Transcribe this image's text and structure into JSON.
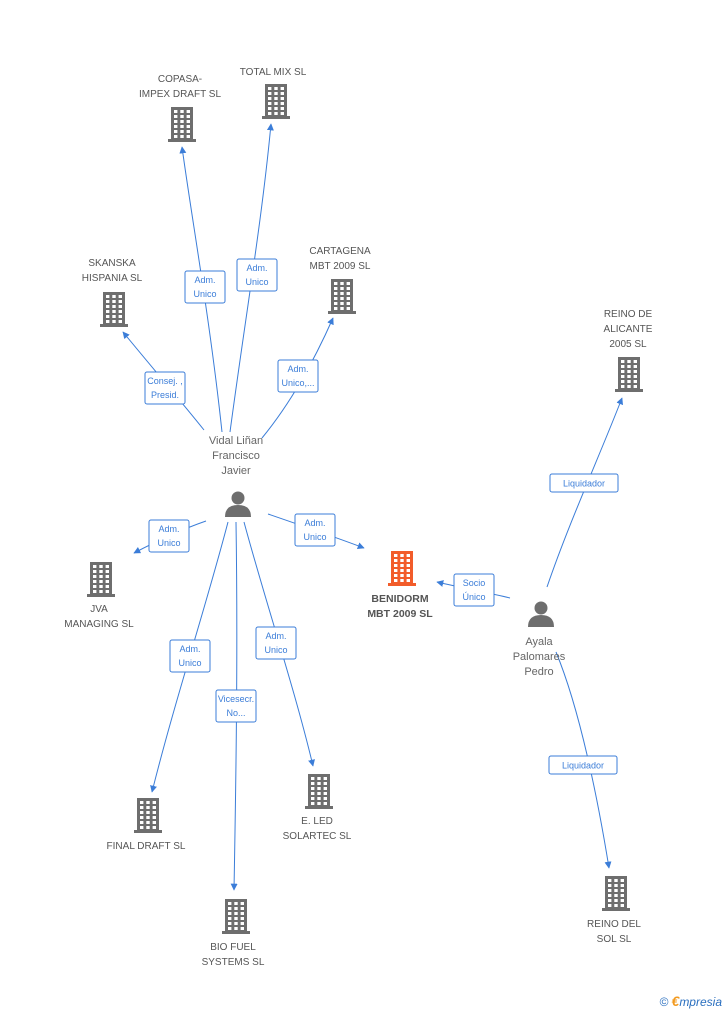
{
  "colors": {
    "edge": "#3b7dd8",
    "company": "#6e6e6e",
    "main_company": "#f25c2a",
    "person": "#6e6e6e"
  },
  "companies": [
    {
      "id": "benidorm",
      "lines": [
        "BENIDORM",
        "MBT 2009 SL"
      ],
      "main": true
    },
    {
      "id": "copasa",
      "lines": [
        "COPASA-",
        "IMPEX DRAFT SL"
      ]
    },
    {
      "id": "totalmix",
      "lines": [
        "TOTAL MIX SL"
      ]
    },
    {
      "id": "skanska",
      "lines": [
        "SKANSKA",
        "HISPANIA SL"
      ]
    },
    {
      "id": "cartagena",
      "lines": [
        "CARTAGENA",
        "MBT 2009 SL"
      ]
    },
    {
      "id": "reinoalicante",
      "lines": [
        "REINO DE",
        "ALICANTE",
        "2005 SL"
      ]
    },
    {
      "id": "jva",
      "lines": [
        "JVA",
        "MANAGING SL"
      ]
    },
    {
      "id": "finaldraft",
      "lines": [
        "FINAL DRAFT SL"
      ]
    },
    {
      "id": "eled",
      "lines": [
        "E.  LED",
        "SOLARTEC SL"
      ]
    },
    {
      "id": "biofuel",
      "lines": [
        "BIO FUEL",
        "SYSTEMS SL"
      ]
    },
    {
      "id": "reinosol",
      "lines": [
        "REINO DEL",
        "SOL SL"
      ]
    }
  ],
  "persons": [
    {
      "id": "vidal",
      "lines": [
        "Vidal Liñan",
        "Francisco",
        "Javier"
      ]
    },
    {
      "id": "ayala",
      "lines": [
        "Ayala",
        "Palomares",
        "Pedro"
      ]
    }
  ],
  "edges": [
    {
      "from": "vidal",
      "to": "copasa",
      "label": [
        "Adm.",
        "Unico"
      ]
    },
    {
      "from": "vidal",
      "to": "totalmix",
      "label": [
        "Adm.",
        "Unico"
      ]
    },
    {
      "from": "vidal",
      "to": "skanska",
      "label": [
        "Consej. ,",
        "Presid."
      ]
    },
    {
      "from": "vidal",
      "to": "cartagena",
      "label": [
        "Adm.",
        "Unico,..."
      ]
    },
    {
      "from": "vidal",
      "to": "jva",
      "label": [
        "Adm.",
        "Unico"
      ]
    },
    {
      "from": "vidal",
      "to": "benidorm",
      "label": [
        "Adm.",
        "Unico"
      ]
    },
    {
      "from": "vidal",
      "to": "finaldraft",
      "label": [
        "Adm.",
        "Unico"
      ]
    },
    {
      "from": "vidal",
      "to": "biofuel",
      "label": [
        "Vicesecr.",
        "No..."
      ]
    },
    {
      "from": "vidal",
      "to": "eled",
      "label": [
        "Adm.",
        "Unico"
      ]
    },
    {
      "from": "ayala",
      "to": "benidorm",
      "label": [
        "Socio",
        "Único"
      ]
    },
    {
      "from": "ayala",
      "to": "reinoalicante",
      "label": [
        "Liquidador"
      ]
    },
    {
      "from": "ayala",
      "to": "reinosol",
      "label": [
        "Liquidador"
      ]
    }
  ],
  "footer": {
    "copyright": "©",
    "brand_e": "€",
    "brand_rest": "mpresia"
  }
}
